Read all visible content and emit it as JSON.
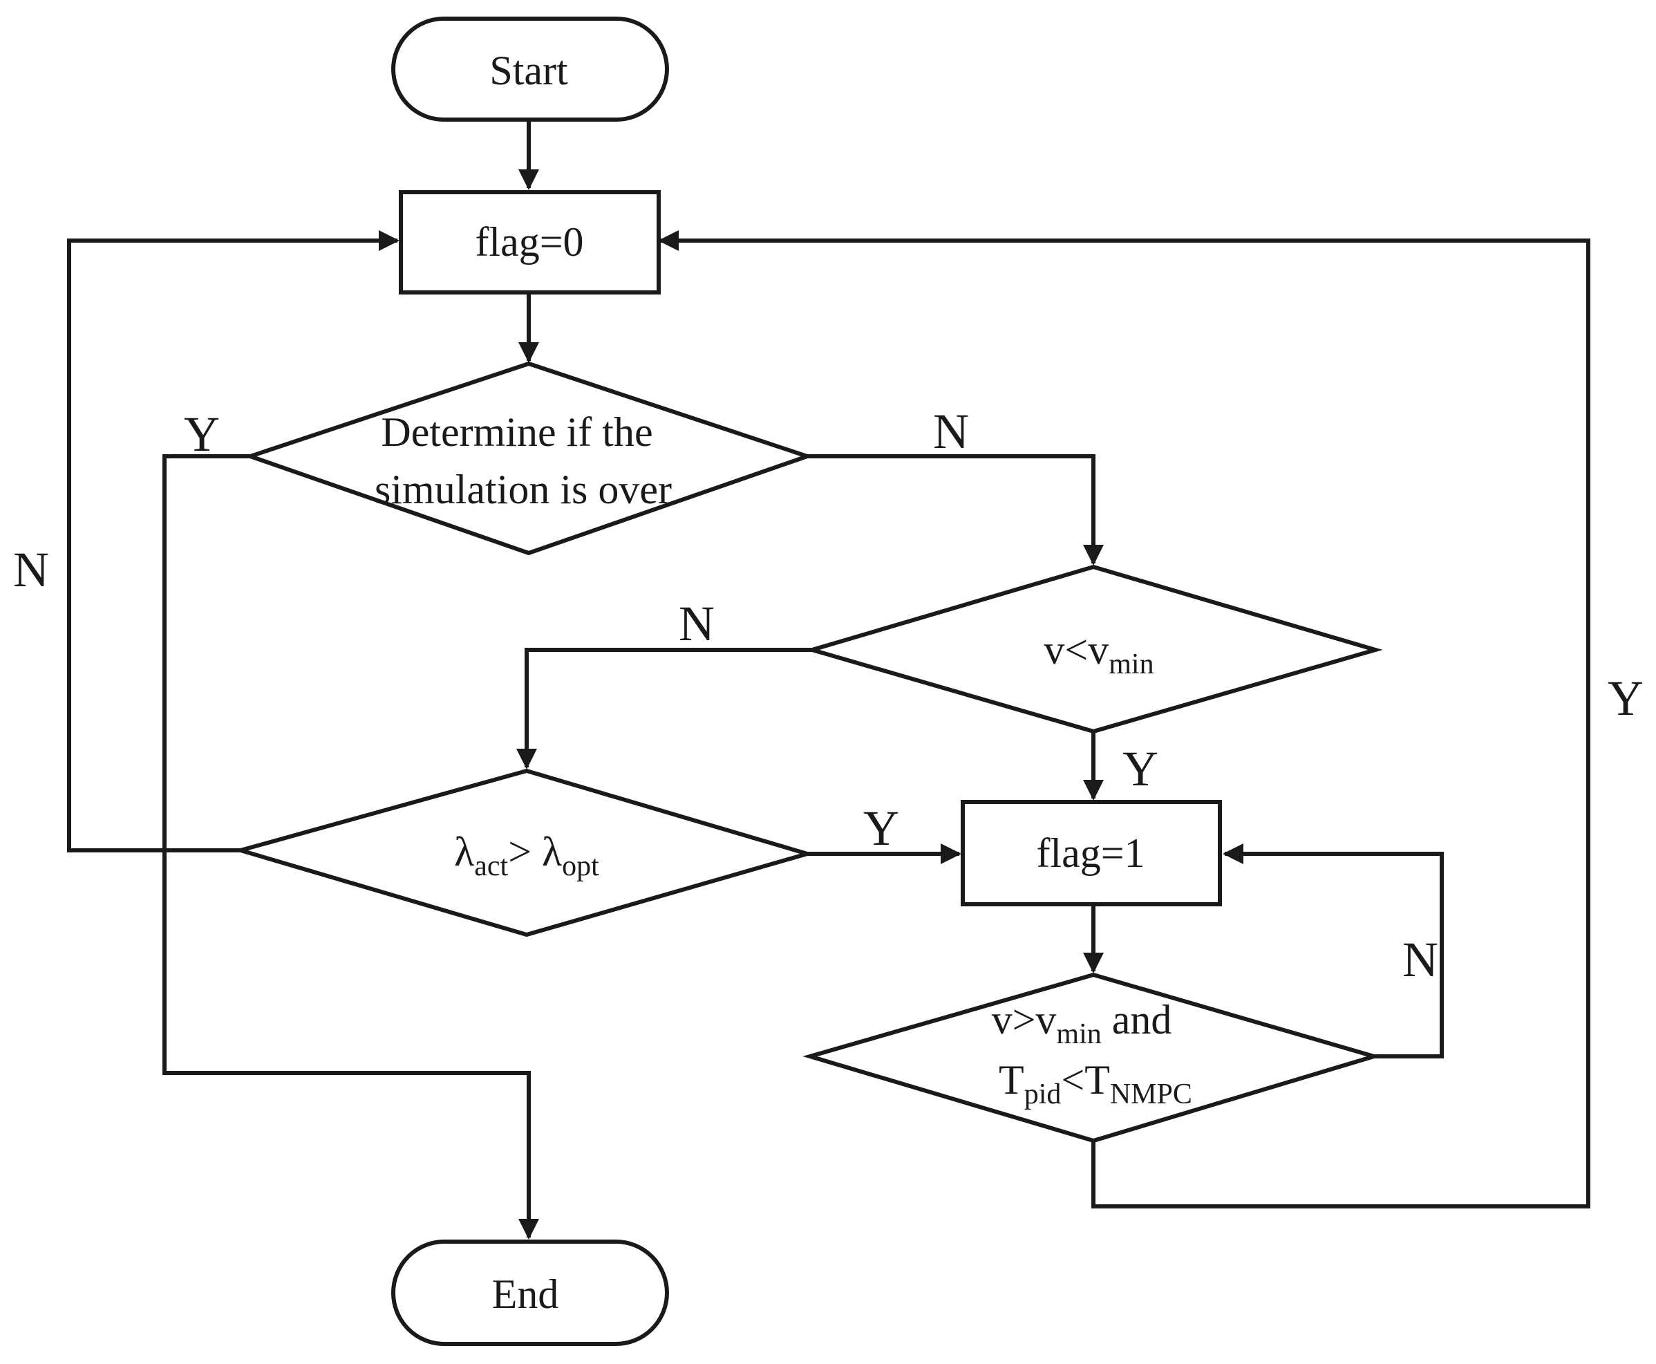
{
  "nodes": {
    "start": "Start",
    "flag0": "flag=0",
    "sim_over_line1": "Determine if the",
    "sim_over_line2": "simulation is over",
    "v_lt_vmin": {
      "a": "v<v",
      "a_sub": "min"
    },
    "lambda_cmp": {
      "a": "λ",
      "a_sub": "act",
      "op": "> λ",
      "b_sub": "opt"
    },
    "flag1": "flag=1",
    "exit_cond": {
      "l1_a": "v>v",
      "l1_sub": "min",
      "l1_b": " and",
      "l2_a": "T",
      "l2_sub1": "pid",
      "l2_mid": "<T",
      "l2_sub2": "NMPC"
    },
    "end": "End"
  },
  "edges": {
    "sim_over_yes": "Y",
    "sim_over_no": "N",
    "v_lt_vmin_no": "N",
    "v_lt_vmin_yes": "Y",
    "lambda_no": "N",
    "lambda_yes": "Y",
    "exit_no": "N",
    "exit_yes": "Y"
  },
  "colors": {
    "stroke": "#1a1a1a",
    "fill": "#ffffff"
  }
}
